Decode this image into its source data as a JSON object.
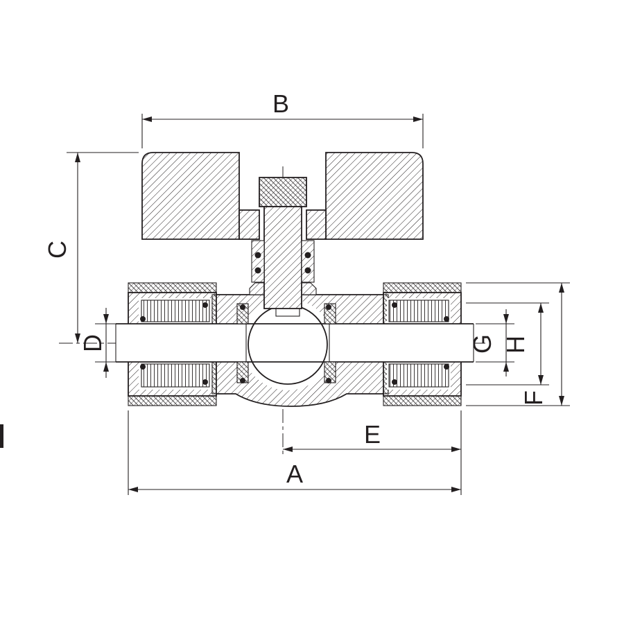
{
  "meta": {
    "type": "technical-drawing",
    "subject": "ball valve with butterfly handle, cross-section with dimension callouts"
  },
  "colors": {
    "line": "#231f20",
    "background": "#ffffff"
  },
  "labels": {
    "A": "A",
    "B": "B",
    "C": "C",
    "D": "D",
    "E": "E",
    "F": "F",
    "G": "G",
    "H": "H"
  }
}
